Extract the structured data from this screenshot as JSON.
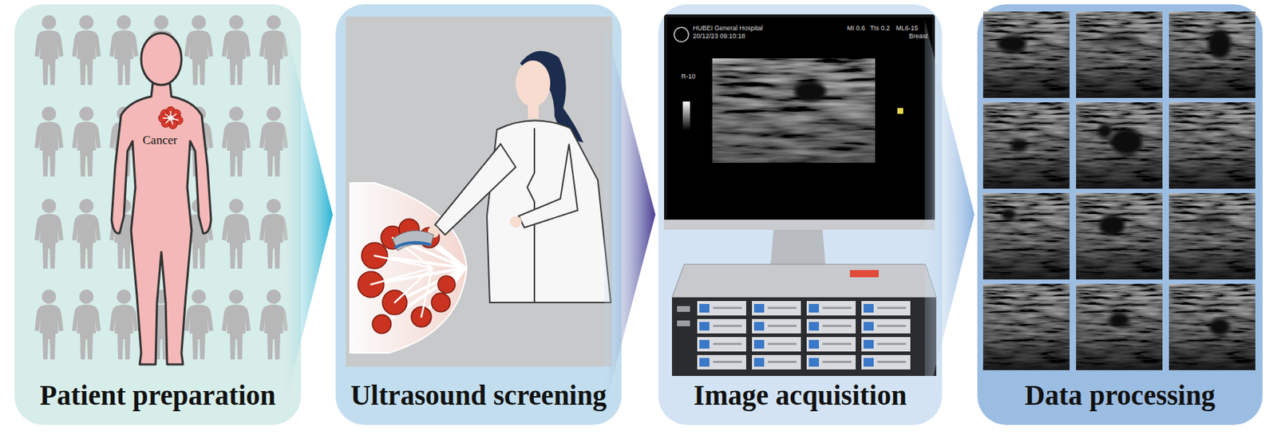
{
  "diagram": {
    "nodes": [
      {
        "text": [
          "Patient preparation"
        ]
      },
      {
        "text": [
          "Ultrasound screening"
        ]
      },
      {
        "text": [
          "Image acquisition"
        ]
      },
      {
        "text": [
          "Data processing"
        ]
      }
    ],
    "edges": [
      {
        "from": 0,
        "to": 1,
        "arrow": "to"
      },
      {
        "from": 1,
        "to": 2,
        "arrow": "to"
      },
      {
        "from": 2,
        "to": 3,
        "arrow": "to"
      }
    ],
    "labels": [
      "Cancer",
      "HUBEI General Hospital",
      "20/12/23 09:10:18",
      "MI 0.6",
      "TIs 0.2",
      "ML6-15",
      "Breast",
      "R-10"
    ]
  }
}
